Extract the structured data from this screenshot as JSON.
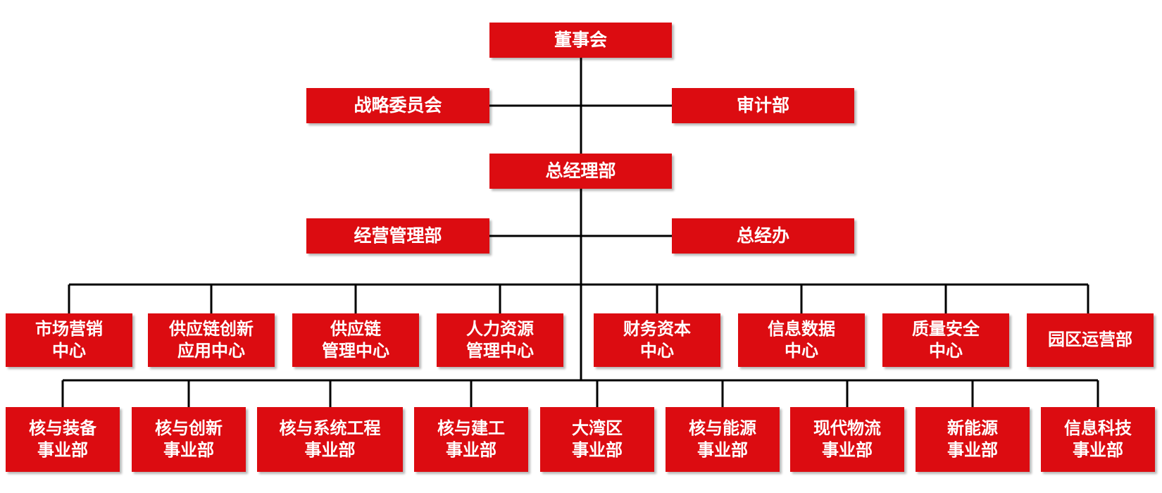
{
  "org_chart": {
    "top": {
      "board": [
        "董事会"
      ],
      "strategy_committee": [
        "战略委员会"
      ],
      "audit": [
        "审计部"
      ],
      "gm_dept": [
        "总经理部"
      ],
      "ops_mgmt": [
        "经营管理部"
      ],
      "gm_office": [
        "总经办"
      ]
    },
    "centers": [
      [
        "市场营销",
        "中心"
      ],
      [
        "供应链创新",
        "应用中心"
      ],
      [
        "供应链",
        "管理中心"
      ],
      [
        "人力资源",
        "管理中心"
      ],
      [
        "财务资本",
        "中心"
      ],
      [
        "信息数据",
        "中心"
      ],
      [
        "质量安全",
        "中心"
      ],
      [
        "园区运营部"
      ]
    ],
    "divisions": [
      [
        "核与装备",
        "事业部"
      ],
      [
        "核与创新",
        "事业部"
      ],
      [
        "核与系统工程",
        "事业部"
      ],
      [
        "核与建工",
        "事业部"
      ],
      [
        "大湾区",
        "事业部"
      ],
      [
        "核与能源",
        "事业部"
      ],
      [
        "现代物流",
        "事业部"
      ],
      [
        "新能源",
        "事业部"
      ],
      [
        "信息科技",
        "事业部"
      ]
    ]
  },
  "colors": {
    "box_fill": "#dc0c11",
    "box_text": "#ffffff",
    "line": "#000000"
  }
}
